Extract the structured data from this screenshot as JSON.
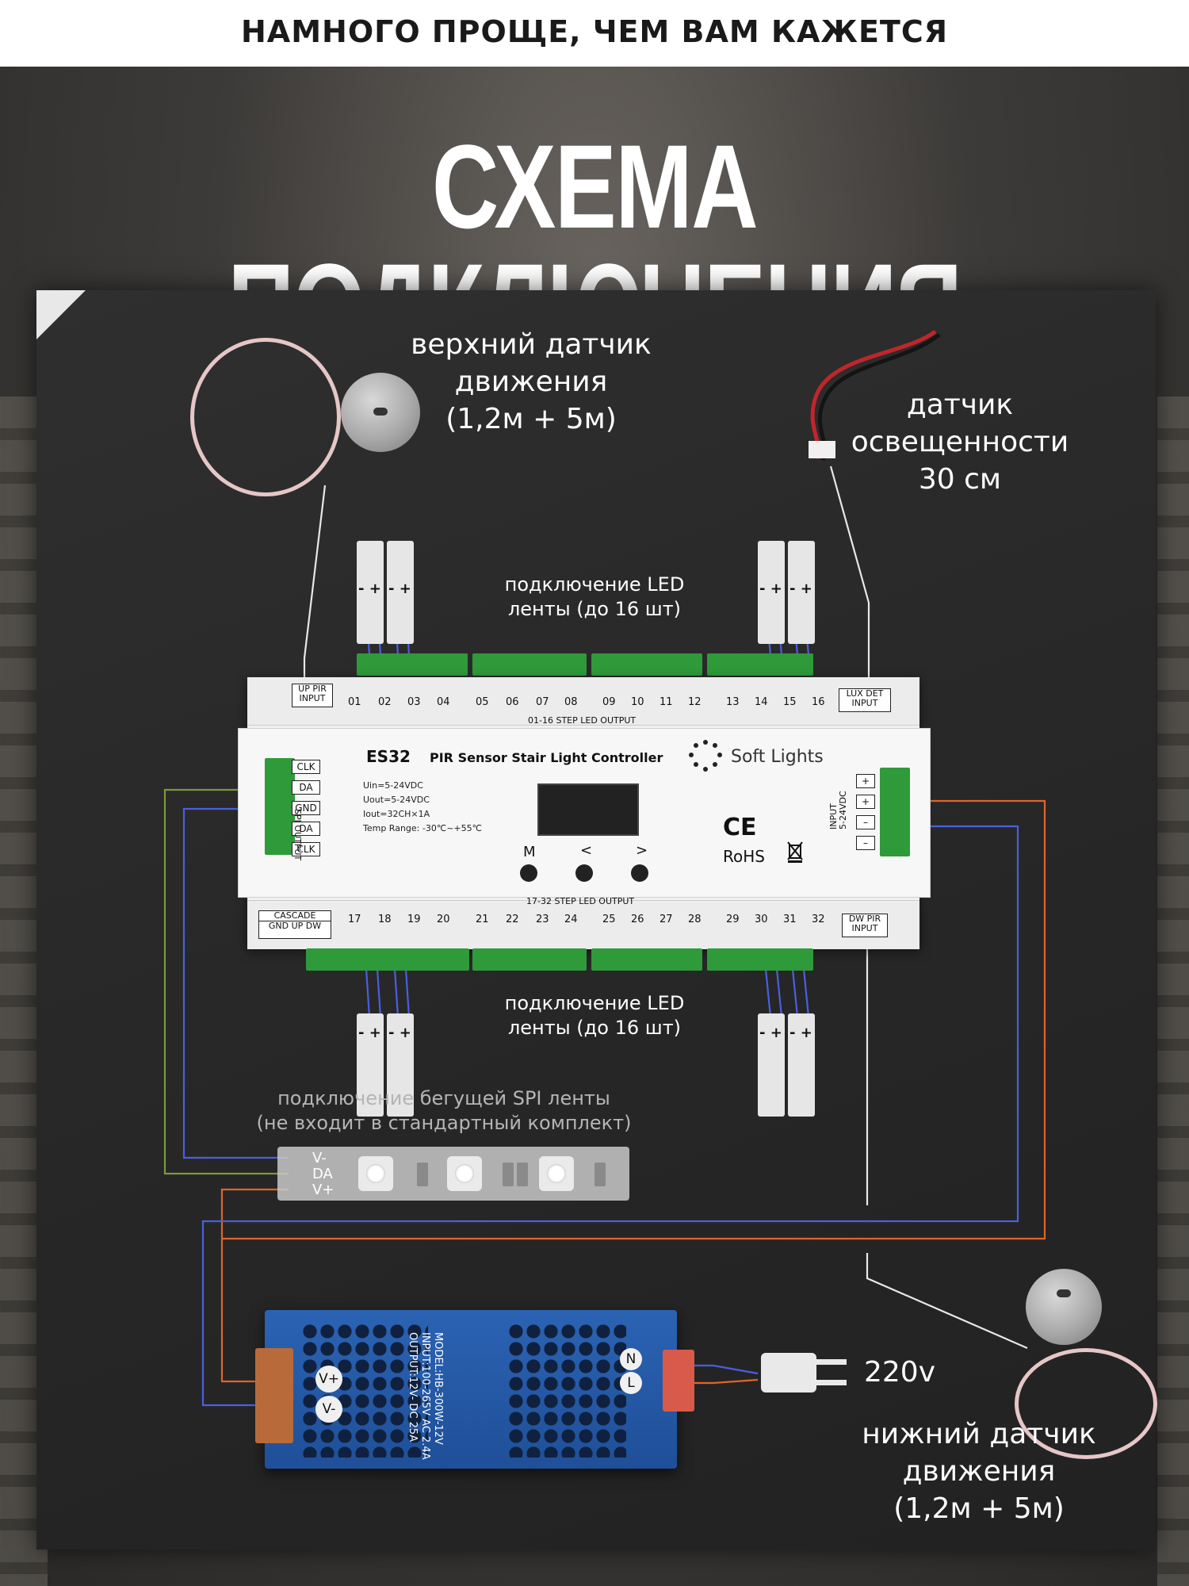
{
  "header": {
    "top_text": "НАМНОГО ПРОЩЕ, ЧЕМ ВАМ КАЖЕТСЯ",
    "title": "СХЕМА ПОДКЛЮЧЕНИЯ"
  },
  "labels": {
    "upper_sensor": [
      "верхний датчик",
      "движения",
      "(1,2м + 5м)"
    ],
    "light_sensor": [
      "датчик",
      "освещенности",
      "30 см"
    ],
    "led_top": [
      "подключение LED",
      "ленты (до 16 шт)"
    ],
    "led_bottom": [
      "подключение LED",
      "ленты (до 16 шт)"
    ],
    "spi": [
      "подключение бегущей SPI ленты",
      "(не входит в стандартный комплект)"
    ],
    "power": "220v",
    "lower_sensor": [
      "нижний датчик",
      "движения",
      "(1,2м + 5м)"
    ]
  },
  "controller": {
    "model": "ES32",
    "name": "PIR Sensor Stair Light Controller",
    "brand": "Soft Lights",
    "specs": [
      "Uin=5-24VDC",
      "Uout=5-24VDC",
      "Iout=32CH×1A",
      "Temp Range: -30℃~+55℃"
    ],
    "top_output": "01-16 STEP LED OUTPUT",
    "bottom_output": "17-32 STEP LED OUTPUT",
    "up_pir": [
      "UP PIR",
      "INPUT"
    ],
    "lux_det": [
      "LUX DET",
      "INPUT"
    ],
    "dw_pir": [
      "DW PIR",
      "INPUT"
    ],
    "cascade": "CASCADE",
    "cascade_pins": [
      "GND",
      "UP",
      "DW"
    ],
    "spi_output": "SPI OUTPUT",
    "spi_pins": [
      "CLK",
      "DA",
      "GND",
      "DA",
      "CLK"
    ],
    "input": [
      "INPUT",
      "5-24VDC"
    ],
    "input_pins": [
      "+",
      "+",
      "–",
      "–"
    ],
    "buttons": [
      "M",
      "<",
      ">"
    ],
    "ce": "CE",
    "rohs": "RoHS",
    "top_channels": [
      "01",
      "02",
      "03",
      "04",
      "05",
      "06",
      "07",
      "08",
      "09",
      "10",
      "11",
      "12",
      "13",
      "14",
      "15",
      "16"
    ],
    "bottom_channels": [
      "17",
      "18",
      "19",
      "20",
      "21",
      "22",
      "23",
      "24",
      "25",
      "26",
      "27",
      "28",
      "29",
      "30",
      "31",
      "32"
    ]
  },
  "strip_polarity": "- +",
  "spi_strip_pins": [
    "V-",
    "DA",
    "V+"
  ],
  "psu": {
    "text": [
      "MODEL:HB-300W-12V",
      "INPUT:100-265V AC 2.4A",
      "OUTPUT:12V- DC 25A"
    ],
    "out_pins": [
      "V+",
      "V-"
    ],
    "in_pins": [
      "N",
      "L"
    ]
  },
  "colors": {
    "wire_blue": "#4a5fe0",
    "wire_orange": "#e0642a",
    "wire_green": "#7a9a3a",
    "wire_white": "#e8e8e8"
  }
}
